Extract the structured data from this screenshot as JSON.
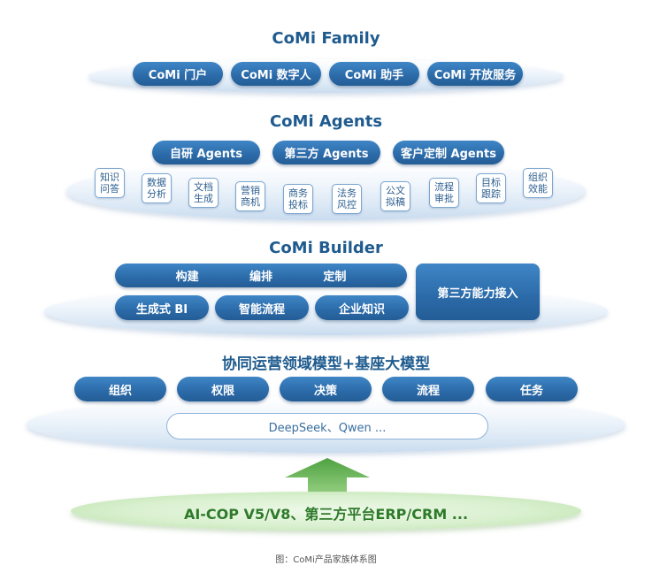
{
  "family": {
    "title": "CoMi Family",
    "items": [
      "CoMi 门户",
      "CoMi 数字人",
      "CoMi 助手",
      "CoMi 开放服务"
    ]
  },
  "agents": {
    "title": "CoMi Agents",
    "items": [
      "自研 Agents",
      "第三方 Agents",
      "客户定制 Agents"
    ],
    "tags": [
      "知识问答",
      "数据分析",
      "文档生成",
      "营销商机",
      "商务投标",
      "法务风控",
      "公文拟稿",
      "流程审批",
      "目标跟踪",
      "组织效能"
    ]
  },
  "builder": {
    "title": "CoMi Builder",
    "top_row": [
      "构建",
      "编排",
      "定制"
    ],
    "bottom_row": [
      "生成式 BI",
      "智能流程",
      "企业知识"
    ],
    "side": "第三方能力接入"
  },
  "model": {
    "title": "协同运营领域模型+基座大模型",
    "items": [
      "组织",
      "权限",
      "决策",
      "流程",
      "任务"
    ],
    "base": "DeepSeek、Qwen ..."
  },
  "foundation": {
    "text": "AI-COP V5/V8、第三方平台ERP/CRM ..."
  },
  "caption": "图：CoMi产品家族体系图"
}
